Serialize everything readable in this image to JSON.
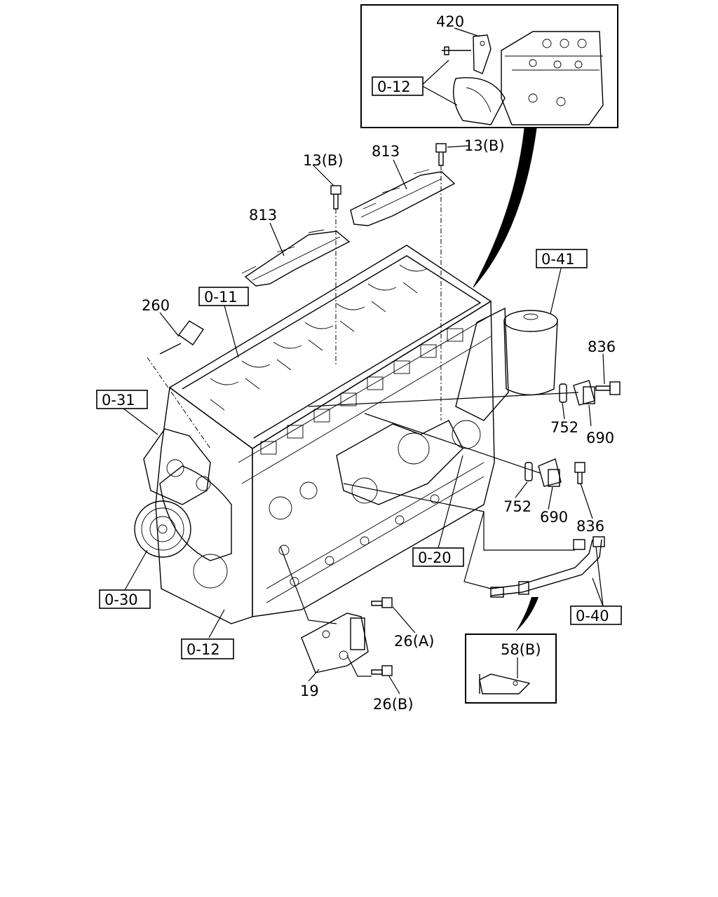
{
  "labels": {
    "l420": "420",
    "l013_inset": "0-12",
    "l13b_left": "13(B)",
    "l13b_right": "13(B)",
    "l813_top": "813",
    "l813_left": "813",
    "l041": "0-41",
    "l011": "0-11",
    "l260": "260",
    "l836_top": "836",
    "l031": "0-31",
    "l752_a": "752",
    "l690_a": "690",
    "l752_b": "752",
    "l690_b": "690",
    "l836_b": "836",
    "l020": "0-20",
    "l030": "0-30",
    "l040": "0-40",
    "l26a": "26(A)",
    "l012": "0-12",
    "l58b": "58(B)",
    "l19": "19",
    "l26b": "26(B)"
  }
}
